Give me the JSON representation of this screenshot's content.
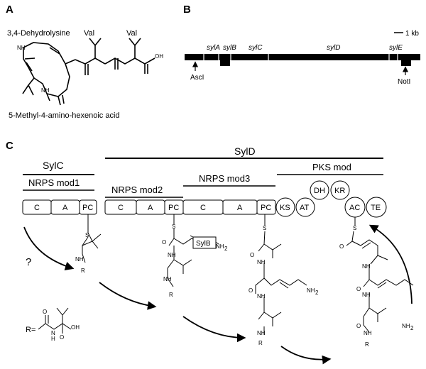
{
  "panels": {
    "a": "A",
    "b": "B",
    "c": "C"
  },
  "panel_a": {
    "label_top": "3,4-Dehydrolysine",
    "label_bottom": "5-Methyl-4-amino-hexenoic acid",
    "val1": "Val",
    "val2": "Val"
  },
  "panel_b": {
    "scale": "1 kb",
    "genes": [
      "sylA",
      "sylB",
      "sylC",
      "sylD",
      "sylE"
    ],
    "site_left": "AscI",
    "site_right": "NotI"
  },
  "panel_c": {
    "sylc": "SylC",
    "syld": "SylD",
    "mod1": "NRPS  mod1",
    "mod2": "NRPS  mod2",
    "mod3": "NRPS  mod3",
    "pks": "PKS mod",
    "domains_1": [
      "C",
      "A",
      "PC"
    ],
    "domains_2": [
      "C",
      "A",
      "PC",
      "C",
      "A",
      "PC"
    ],
    "pks_domains": [
      "KS",
      "AT",
      "DH",
      "KR",
      "AC",
      "TE"
    ],
    "sylb": "SylB",
    "question": "?",
    "r_eq": "R=",
    "atoms": {
      "S": "S",
      "O": "O",
      "NH": "NH",
      "N": "N",
      "H": "H",
      "R": "R",
      "NH2": "NH",
      "two": "2",
      "OH": "OH"
    }
  }
}
